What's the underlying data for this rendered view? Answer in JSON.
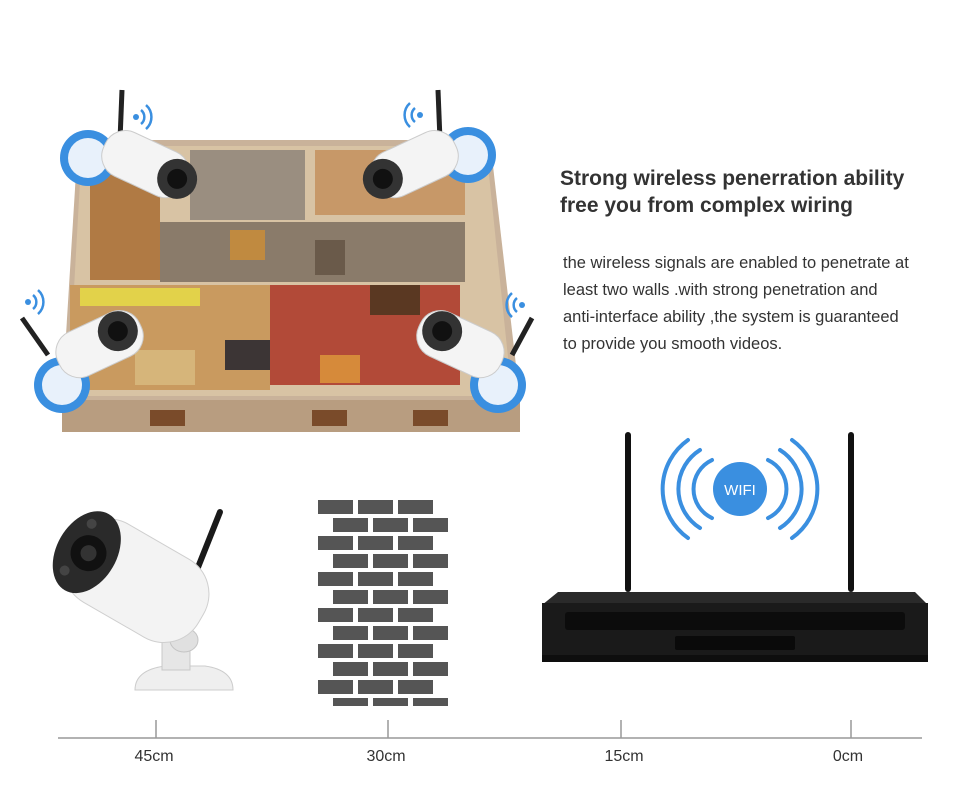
{
  "headline": {
    "line1": "Strong wireless penerration ability",
    "line2": "free you  from complex wiring"
  },
  "description": {
    "lines": [
      "the wireless signals are enabled to penetrate at",
      "least two walls .with strong penetration and",
      "anti-interface ability ,the system is guaranteed",
      "to provide you smooth videos."
    ]
  },
  "wifi_badge": {
    "label": "WIFI",
    "color": "#3a8fe0"
  },
  "distance_scale": {
    "labels": [
      "45cm",
      "30cm",
      "15cm",
      "0cm"
    ]
  },
  "colors": {
    "accent_blue": "#3a8fe0",
    "brick": "#555555",
    "nvr_body": "#1a1a1a",
    "camera_body": "#f2f2f2"
  }
}
